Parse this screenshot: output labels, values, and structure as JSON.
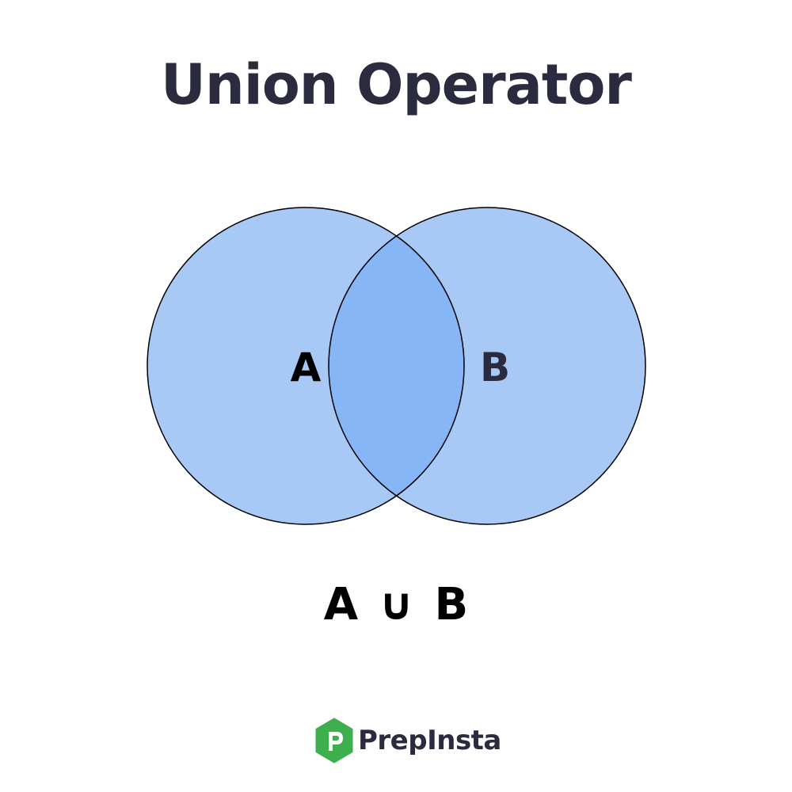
{
  "title": "Union Operator",
  "sets": [
    {
      "label": "A",
      "color": "#a8c8f5"
    },
    {
      "label": "B",
      "color": "#a8c8f5"
    }
  ],
  "overlap_color": "#86b6f6",
  "expression": "A ∪ B",
  "brand": {
    "name": "PrepInsta",
    "logo_icon": "prepinsta-logo",
    "logo_color": "#3db04d"
  },
  "colors": {
    "title": "#2b2b40",
    "outline": "#000000",
    "label_a": "#000000",
    "label_b": "#2b2b40"
  }
}
